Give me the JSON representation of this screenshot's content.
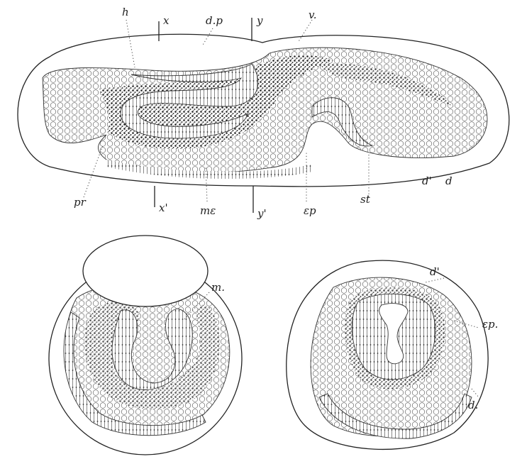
{
  "figure": {
    "labels": {
      "h": "h",
      "x": "x",
      "dp": "d.p",
      "y": "y",
      "v": "v.",
      "pr": "pr",
      "x_prime": "x'",
      "me": "mε",
      "y_prime": "y'",
      "ep": "εp",
      "st": "st",
      "d_prime": "d'",
      "d": "d",
      "m": "m.",
      "d_prime_2": "d'",
      "ep2": "εp.",
      "d2": "d."
    }
  }
}
